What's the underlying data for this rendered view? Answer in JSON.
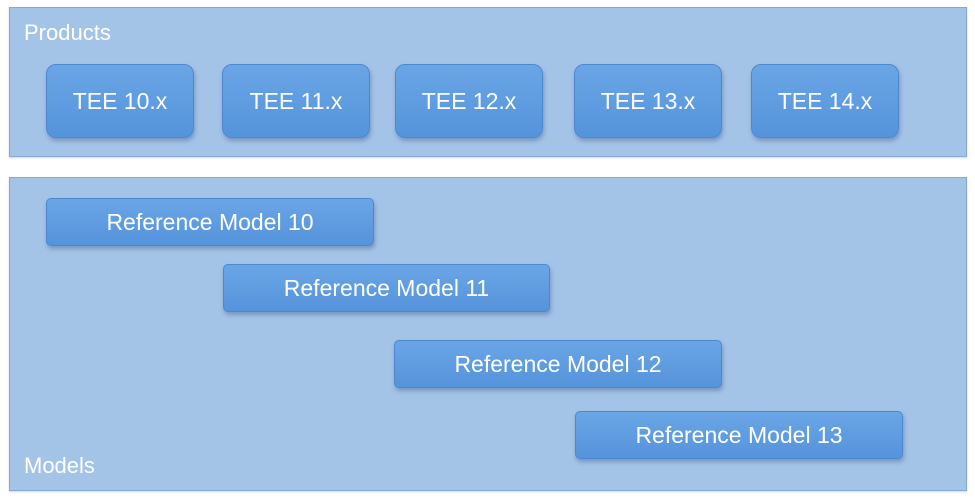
{
  "products": {
    "label": "Products",
    "items": [
      {
        "label": "TEE 10.x"
      },
      {
        "label": "TEE 11.x"
      },
      {
        "label": "TEE 12.x"
      },
      {
        "label": "TEE 13.x"
      },
      {
        "label": "TEE 14.x"
      }
    ]
  },
  "models": {
    "label": "Models",
    "items": [
      {
        "label": "Reference Model 10"
      },
      {
        "label": "Reference Model 11"
      },
      {
        "label": "Reference Model 12"
      },
      {
        "label": "Reference Model 13"
      }
    ]
  },
  "colors": {
    "panel_fill": "#a3c3e7",
    "box_fill": "#5b9be0",
    "text": "#ffffff"
  }
}
